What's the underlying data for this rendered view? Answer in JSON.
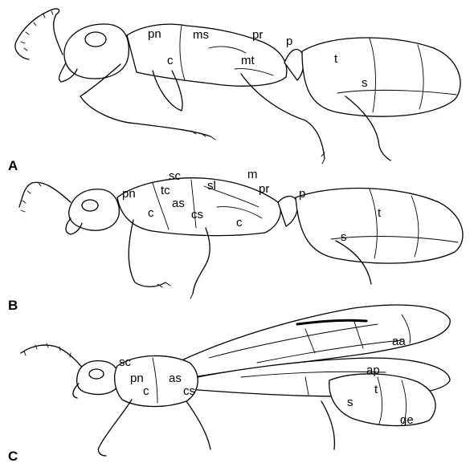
{
  "panels": [
    {
      "letter": "A",
      "labels": {
        "pn": "pn",
        "ms": "ms",
        "pr": "pr",
        "p": "p",
        "mt": "mt",
        "c": "c",
        "t": "t",
        "s": "s"
      }
    },
    {
      "letter": "B",
      "labels": {
        "sc": "sc",
        "pn": "pn",
        "tc": "tc",
        "sl": "sl",
        "m": "m",
        "pr": "pr",
        "p": "p",
        "as": "as",
        "cs": "cs",
        "c1": "c",
        "c2": "c",
        "t": "t",
        "s": "s"
      }
    },
    {
      "letter": "C",
      "labels": {
        "sc": "sc",
        "pn": "pn",
        "as": "as",
        "c": "c",
        "cs": "cs",
        "aa": "aa",
        "ap": "ap",
        "s": "s",
        "t": "t",
        "ge": "ge"
      }
    }
  ]
}
